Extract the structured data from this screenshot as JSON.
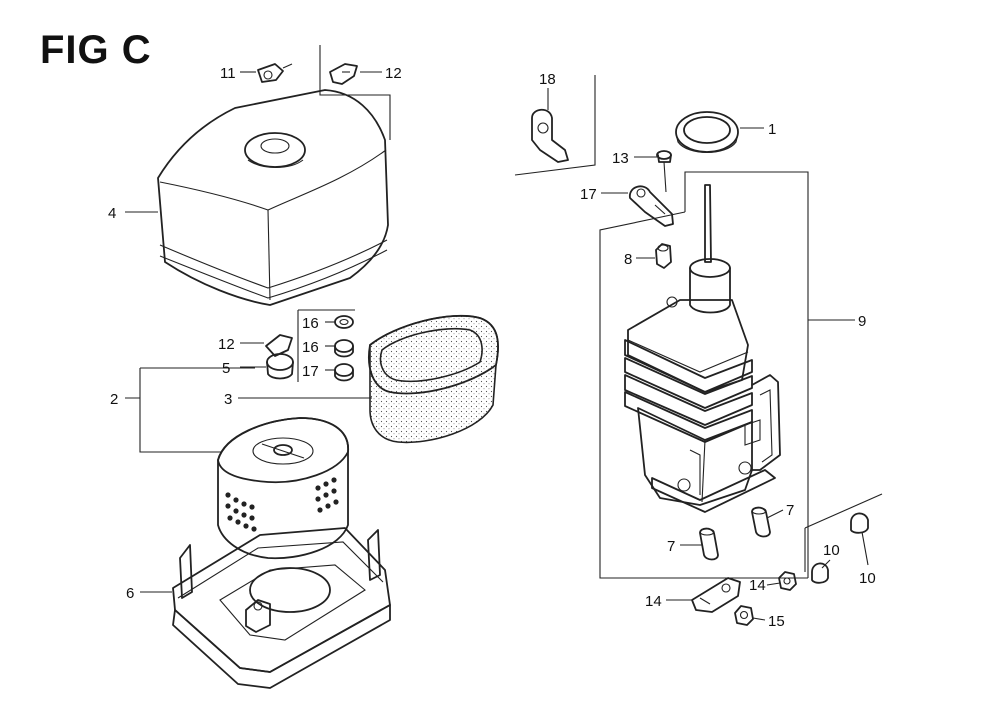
{
  "figure": {
    "title": "FIG C"
  },
  "callouts": [
    {
      "id": "c1",
      "text": "1"
    },
    {
      "id": "c2",
      "text": "2"
    },
    {
      "id": "c3",
      "text": "3"
    },
    {
      "id": "c4",
      "text": "4"
    },
    {
      "id": "c5",
      "text": "5"
    },
    {
      "id": "c6",
      "text": "6"
    },
    {
      "id": "c7a",
      "text": "7"
    },
    {
      "id": "c7b",
      "text": "7"
    },
    {
      "id": "c8",
      "text": "8"
    },
    {
      "id": "c9",
      "text": "9"
    },
    {
      "id": "c10a",
      "text": "10"
    },
    {
      "id": "c10b",
      "text": "10"
    },
    {
      "id": "c11",
      "text": "11"
    },
    {
      "id": "c12a",
      "text": "12"
    },
    {
      "id": "c12b",
      "text": "12"
    },
    {
      "id": "c13",
      "text": "13"
    },
    {
      "id": "c14a",
      "text": "14"
    },
    {
      "id": "c14b",
      "text": "14"
    },
    {
      "id": "c15",
      "text": "15"
    },
    {
      "id": "c16a",
      "text": "16"
    },
    {
      "id": "c16b",
      "text": "16"
    },
    {
      "id": "c17a",
      "text": "17"
    },
    {
      "id": "c17b",
      "text": "17"
    },
    {
      "id": "c18",
      "text": "18"
    }
  ]
}
